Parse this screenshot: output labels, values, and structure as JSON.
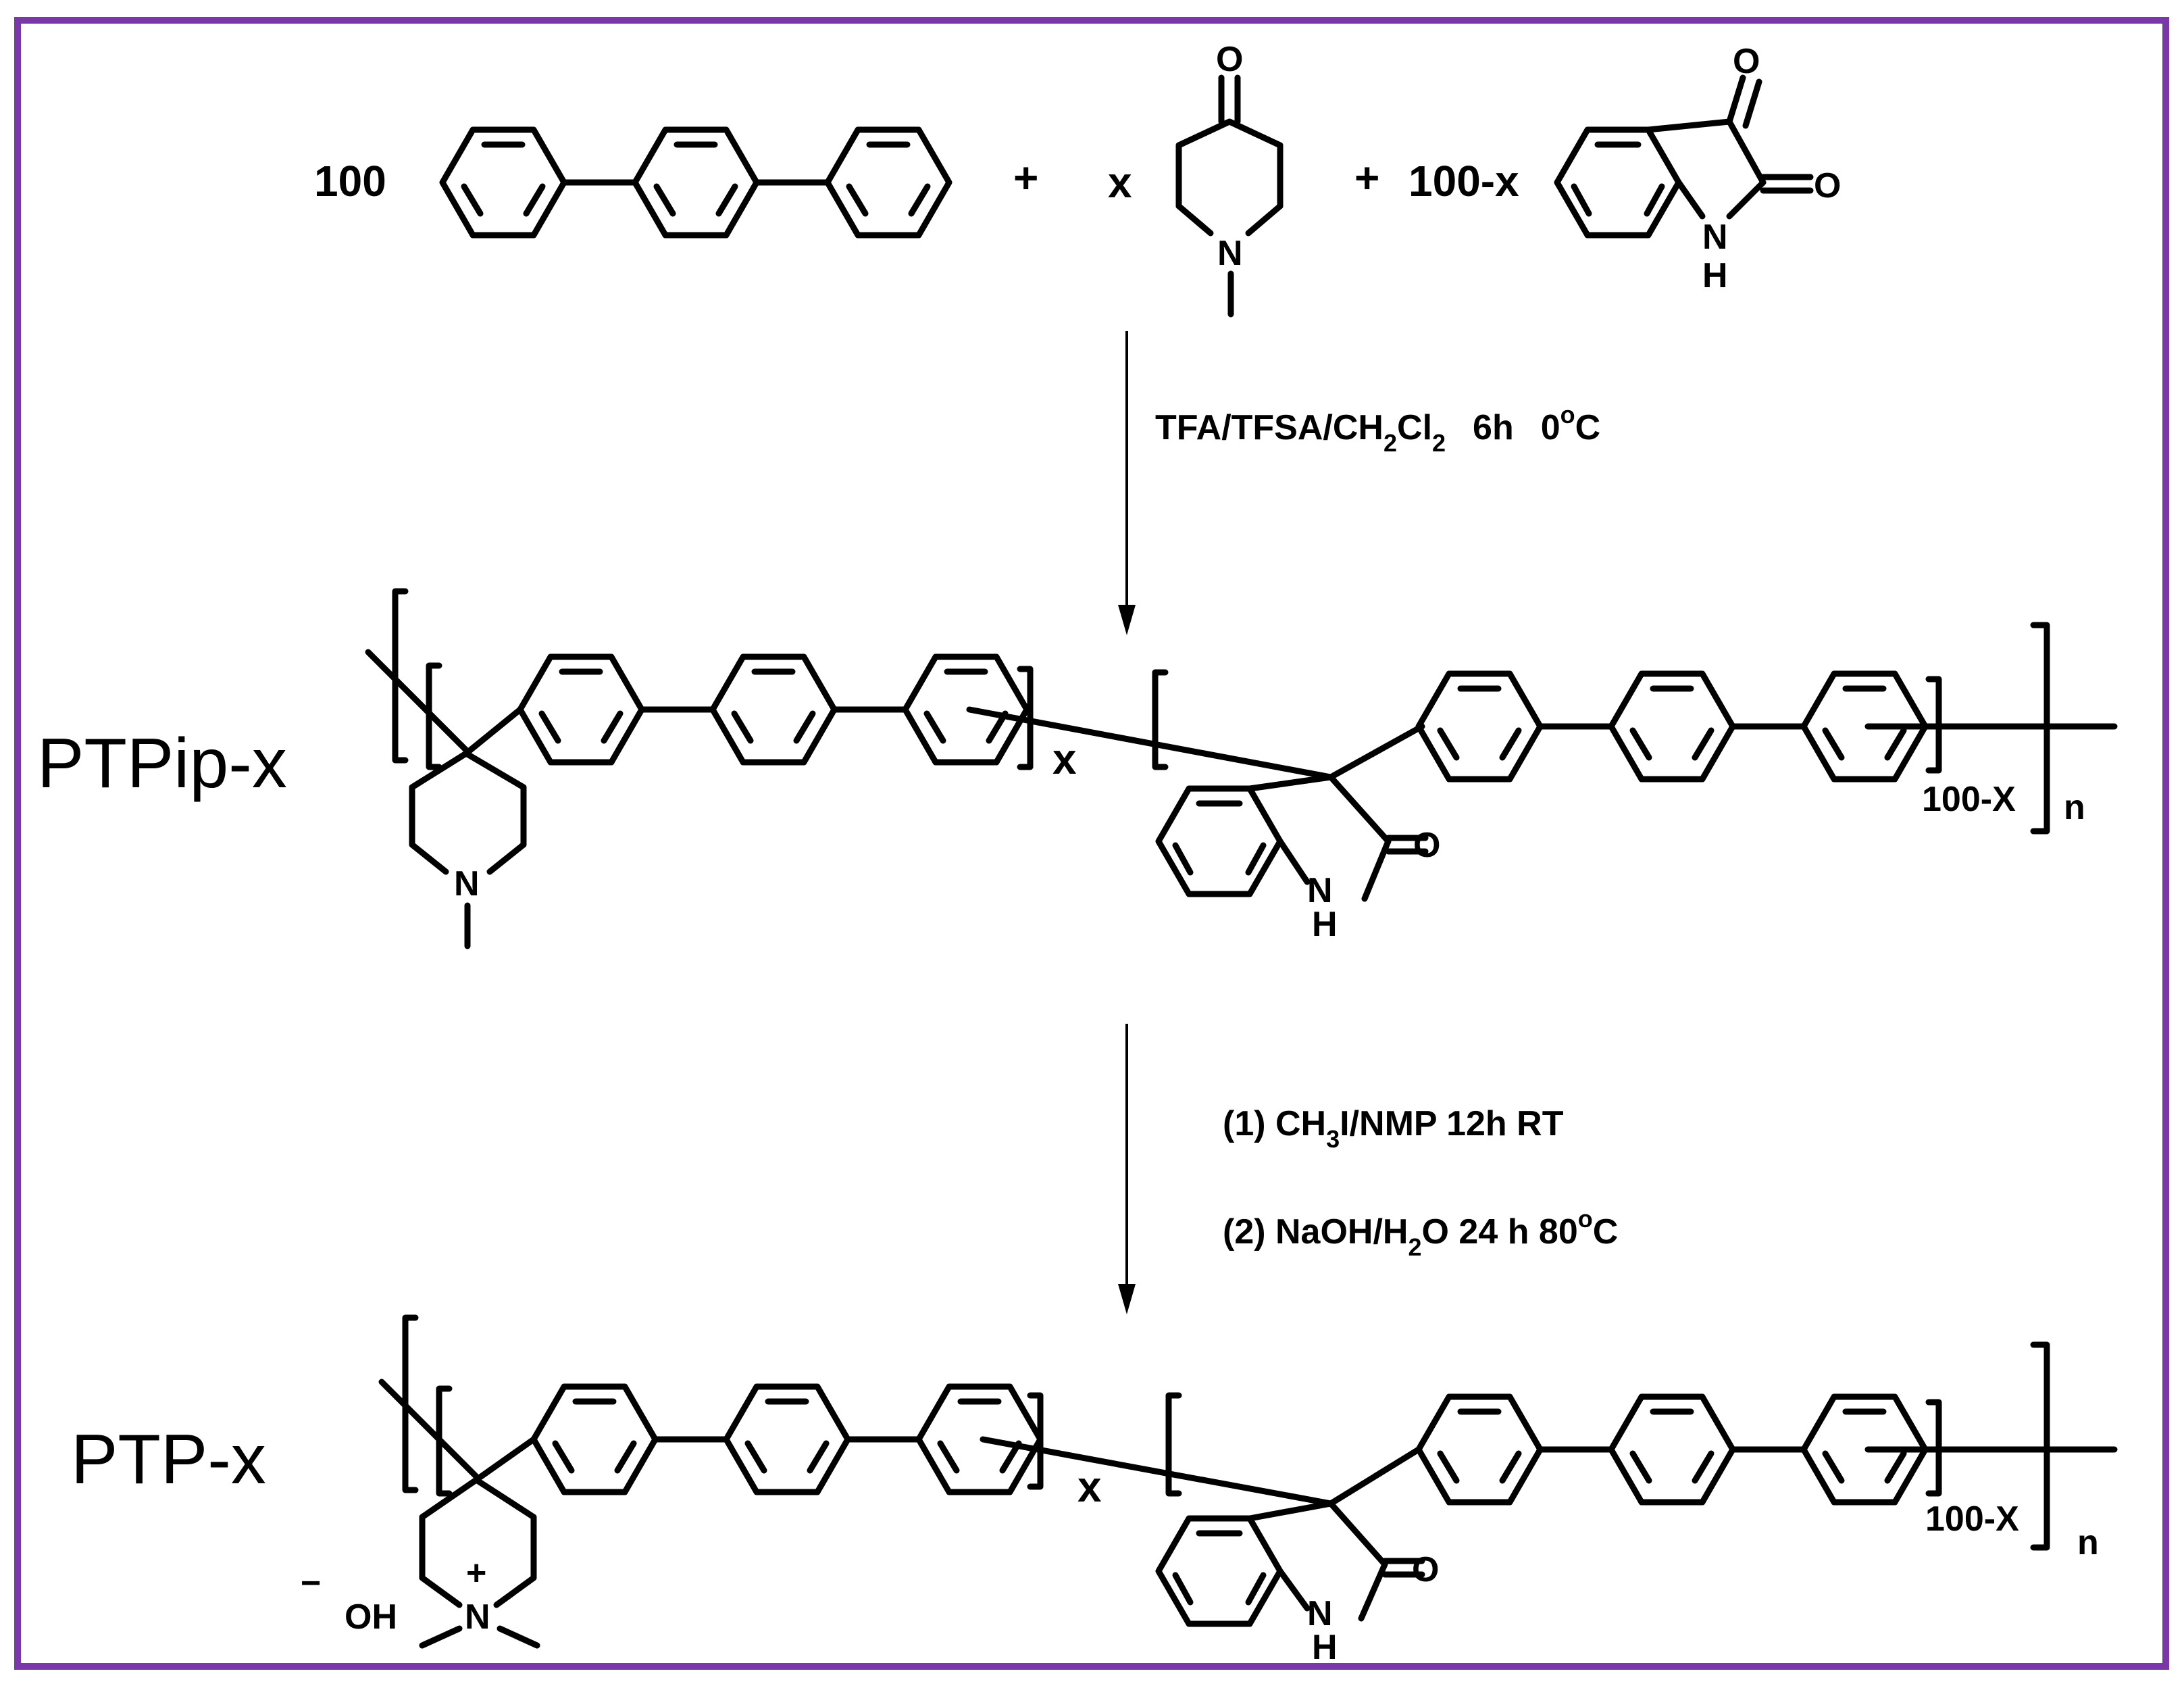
{
  "frame_color": "#7a37a8",
  "reactants": {
    "coeff_terphenyl": "100",
    "plus1": "+",
    "coeff_piperidone": "x",
    "plus2": "+",
    "coeff_isatin": "100-x"
  },
  "atoms": {
    "O": "O",
    "N": "N",
    "H": "H",
    "NH": "NH"
  },
  "step1": {
    "reagent_main": "TFA/TFSA/CH",
    "reagent_sub1": "2",
    "reagent_mid": "Cl",
    "reagent_sub2": "2",
    "time": "6h",
    "temp_lead": "0",
    "temp_sup": "o",
    "temp_unit": "C"
  },
  "polymer1": {
    "name": "PTPip-x",
    "subscript_x": "x",
    "subscript_100x": "100-X",
    "subscript_n": "n"
  },
  "step2": {
    "line1_prefix": "(1) CH",
    "line1_sub": "3",
    "line1_suffix": "I/NMP 12h RT",
    "line2_prefix": "(2) NaOH/H",
    "line2_sub": "2",
    "line2_suffix": "O 24 h 80",
    "line2_sup": "o",
    "line2_unit": "C"
  },
  "polymer2": {
    "name": "PTP-x",
    "subscript_x": "x",
    "subscript_100x": "100-X",
    "subscript_n": "n",
    "counter_ion_charge": "−",
    "counter_ion": "OH",
    "cation_charge": "+"
  }
}
